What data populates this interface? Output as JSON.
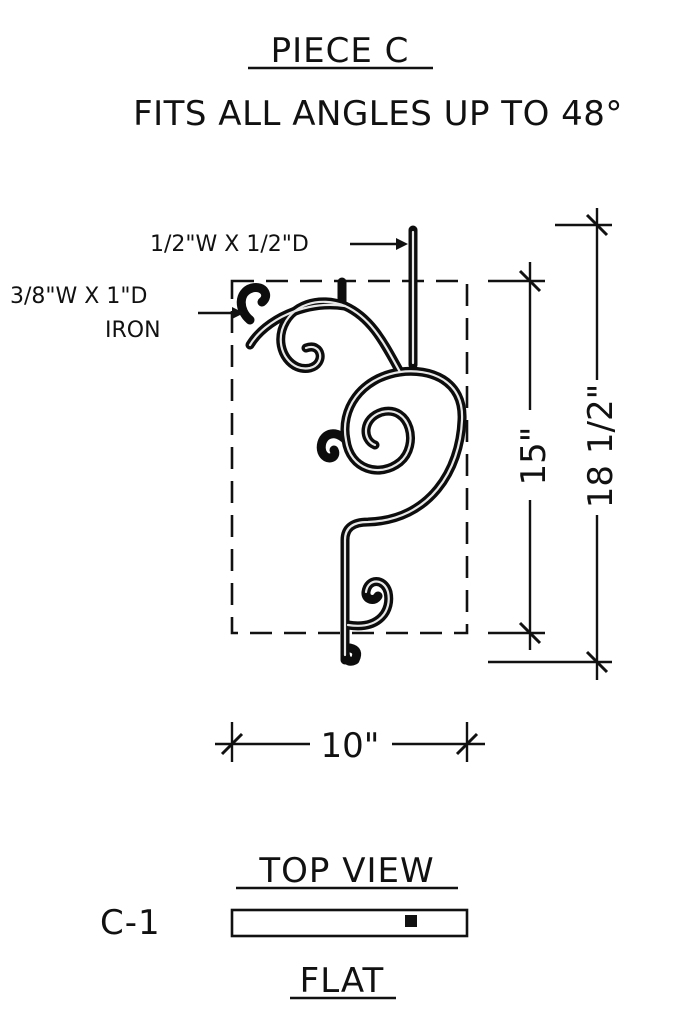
{
  "heading": {
    "title": "PIECE C",
    "subtitle": "FITS ALL ANGLES UP TO 48°"
  },
  "callouts": {
    "bar_size": "1/2\"W X 1/2\"D",
    "iron_size_line1": "3/8\"W X 1\"D",
    "iron_size_line2": "IRON"
  },
  "dimensions": {
    "width": "10\"",
    "inner_height": "15\"",
    "overall_height": "18 1/2\""
  },
  "top_view": {
    "heading": "TOP VIEW",
    "part_code": "C-1",
    "footer": "FLAT"
  },
  "colors": {
    "ink": "#111111",
    "background": "#ffffff"
  }
}
